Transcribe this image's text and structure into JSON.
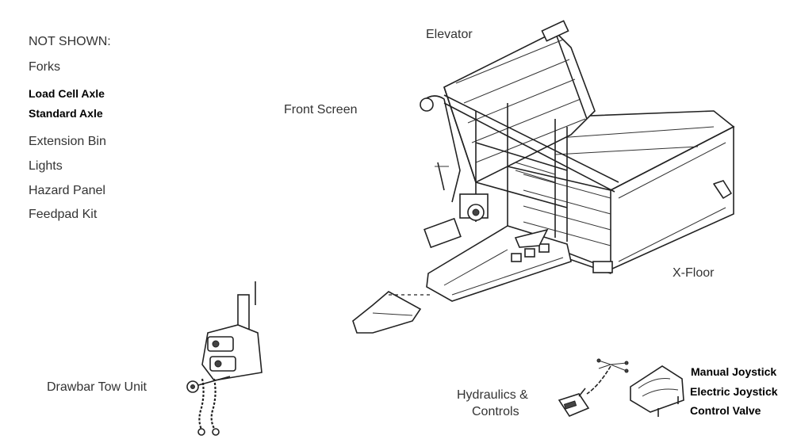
{
  "not_shown": {
    "heading": "NOT SHOWN:",
    "items": [
      {
        "text": "Forks",
        "bold": false
      },
      {
        "text": "Load Cell Axle",
        "bold": true
      },
      {
        "text": "Standard Axle",
        "bold": true
      },
      {
        "text": "Extension Bin",
        "bold": false
      },
      {
        "text": "Lights",
        "bold": false
      },
      {
        "text": "Hazard Panel",
        "bold": false
      },
      {
        "text": "Feedpad Kit",
        "bold": false
      }
    ]
  },
  "labels": {
    "elevator": "Elevator",
    "front_screen": "Front Screen",
    "x_floor": "X-Floor",
    "drawbar_tow_unit": "Drawbar Tow Unit",
    "hydraulics_line1": "Hydraulics &",
    "hydraulics_line2": "Controls",
    "manual_joystick": "Manual Joystick",
    "electric_joystick": "Electric Joystick",
    "control_valve": "Control Valve"
  }
}
